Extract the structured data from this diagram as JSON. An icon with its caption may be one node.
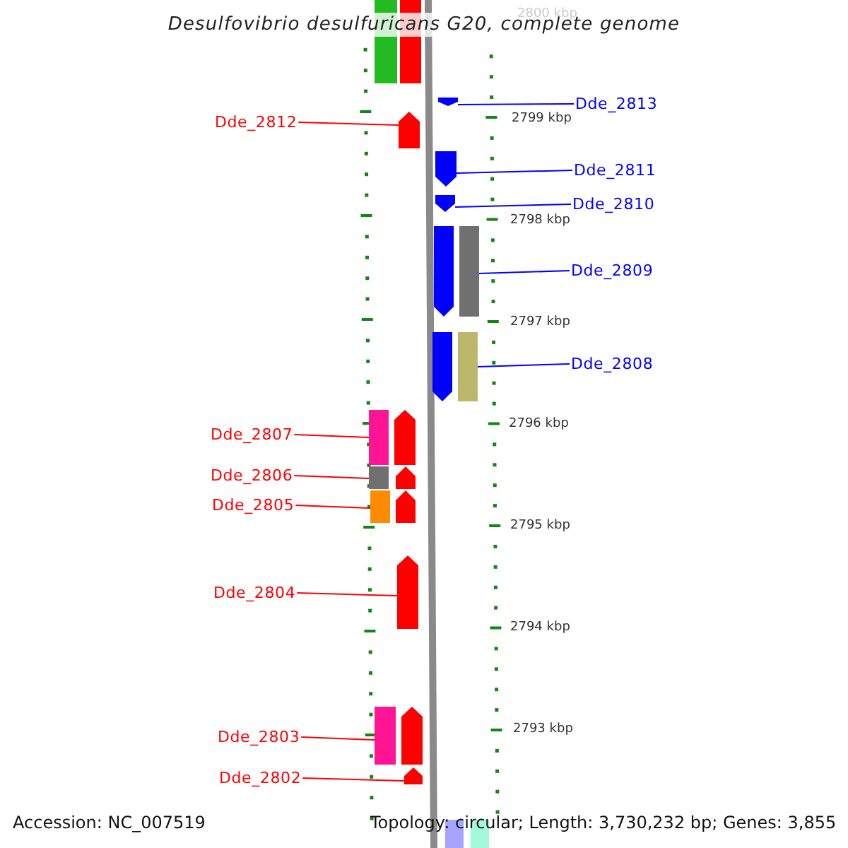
{
  "diagram": {
    "title": "Desulfovibrio desulfuricans G20, complete genome",
    "nodes": [
      {
        "text": [
          "Dde_2813"
        ]
      },
      {
        "text": [
          "Dde_2812"
        ]
      },
      {
        "text": [
          "Dde_2811"
        ]
      },
      {
        "text": [
          "Dde_2810"
        ]
      },
      {
        "text": [
          "Dde_2809"
        ]
      },
      {
        "text": [
          "Dde_2808"
        ]
      },
      {
        "text": [
          "Dde_2807"
        ]
      },
      {
        "text": [
          "Dde_2806"
        ]
      },
      {
        "text": [
          "Dde_2805"
        ]
      },
      {
        "text": [
          "Dde_2804"
        ]
      },
      {
        "text": [
          "Dde_2803"
        ]
      },
      {
        "text": [
          "Dde_2802"
        ]
      },
      {
        "text": [],
        "shape": "bar"
      },
      {
        "text": [],
        "shape": "bar"
      },
      {
        "text": [],
        "shape": "arrow"
      },
      {
        "text": [],
        "shape": "arrow"
      },
      {
        "text": [],
        "shape": "arrow"
      },
      {
        "text": [],
        "shape": "arrow"
      },
      {
        "text": [],
        "shape": "arrow"
      },
      {
        "text": [],
        "shape": "bar"
      },
      {
        "text": [],
        "shape": "arrow"
      },
      {
        "text": [],
        "shape": "bar"
      },
      {
        "text": [],
        "shape": "bar"
      },
      {
        "text": [],
        "shape": "arrow"
      },
      {
        "text": [],
        "shape": "bar"
      },
      {
        "text": [],
        "shape": "arrow"
      },
      {
        "text": [],
        "shape": "bar"
      },
      {
        "text": [],
        "shape": "arrow"
      },
      {
        "text": [],
        "shape": "arrow"
      },
      {
        "text": [],
        "shape": "bar"
      },
      {
        "text": [],
        "shape": "arrow"
      },
      {
        "text": [],
        "shape": "arrow"
      },
      {
        "text": [],
        "shape": "bar"
      },
      {
        "text": [],
        "shape": "bar"
      }
    ],
    "edges": [
      {
        "from": 0,
        "to": 14,
        "arrow": "none",
        "color": "#0000ff"
      },
      {
        "from": 1,
        "to": 15,
        "arrow": "none",
        "color": "#ff0000"
      },
      {
        "from": 2,
        "to": 16,
        "arrow": "none",
        "color": "#0000ff"
      },
      {
        "from": 3,
        "to": 17,
        "arrow": "none",
        "color": "#0000ff"
      },
      {
        "from": 4,
        "to": 19,
        "arrow": "none",
        "color": "#0000ff"
      },
      {
        "from": 5,
        "to": 21,
        "arrow": "none",
        "color": "#0000ff"
      },
      {
        "from": 6,
        "to": 22,
        "arrow": "none",
        "color": "#ff0000"
      },
      {
        "from": 7,
        "to": 24,
        "arrow": "none",
        "color": "#ff0000"
      },
      {
        "from": 8,
        "to": 26,
        "arrow": "none",
        "color": "#ff0000"
      },
      {
        "from": 9,
        "to": 28,
        "arrow": "none",
        "color": "#ff0000"
      },
      {
        "from": 10,
        "to": 29,
        "arrow": "none",
        "color": "#ff0000"
      },
      {
        "from": 11,
        "to": 31,
        "arrow": "none",
        "color": "#ff0000"
      }
    ],
    "labels": [
      "2800 kbp",
      "2799 kbp",
      "2798 kbp",
      "2797 kbp",
      "2796 kbp",
      "2795 kbp",
      "2794 kbp",
      "2793 kbp",
      "Accession: NC_007519",
      "Topology: circular; Length: 3,730,232 bp; Genes: 3,855"
    ]
  }
}
